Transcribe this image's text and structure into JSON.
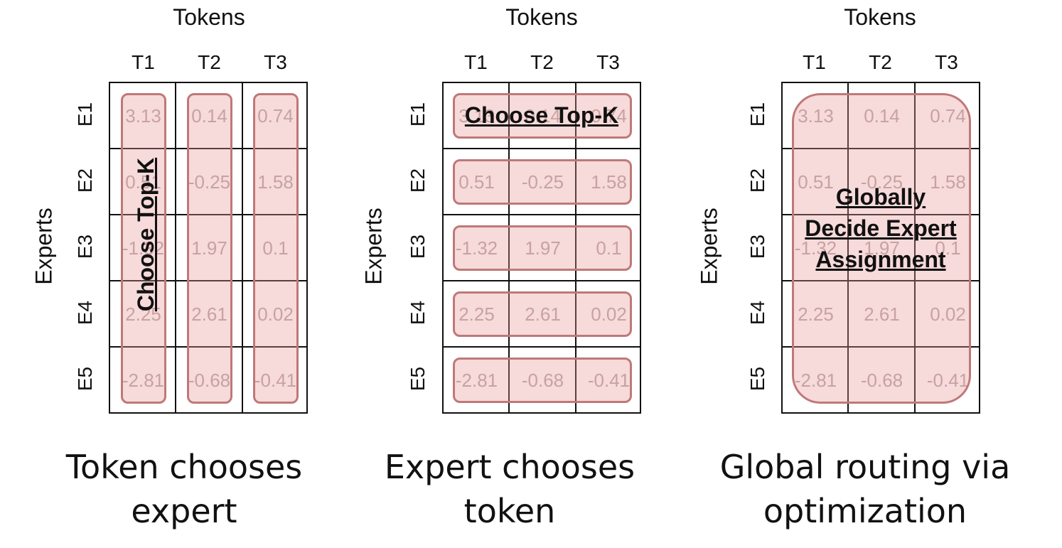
{
  "tokens_label": "Tokens",
  "experts_label": "Experts",
  "columns": [
    "T1",
    "T2",
    "T3"
  ],
  "rows": [
    "E1",
    "E2",
    "E3",
    "E4",
    "E5"
  ],
  "cells": [
    [
      "3.13",
      "0.14",
      "0.74"
    ],
    [
      "0.51",
      "-0.25",
      "1.58"
    ],
    [
      "-1.32",
      "1.97",
      "0.1"
    ],
    [
      "2.25",
      "2.61",
      "0.02"
    ],
    [
      "-2.81",
      "-0.68",
      "-0.41"
    ]
  ],
  "panels": [
    {
      "overlay": "Choose Top-K",
      "caption_line1": "Token chooses",
      "caption_line2": "expert"
    },
    {
      "overlay": "Choose Top-K",
      "caption_line1": "Expert chooses",
      "caption_line2": "token"
    },
    {
      "overlay_line1": "Globally",
      "overlay_line2": "Decide Expert",
      "overlay_line3": "Assignment",
      "caption_line1": "Global routing via",
      "caption_line2": "optimization"
    }
  ],
  "colors": {
    "highlight_fill": "#f2c9c9",
    "highlight_border": "#c07878",
    "cell_text": "#b7a9a9"
  }
}
